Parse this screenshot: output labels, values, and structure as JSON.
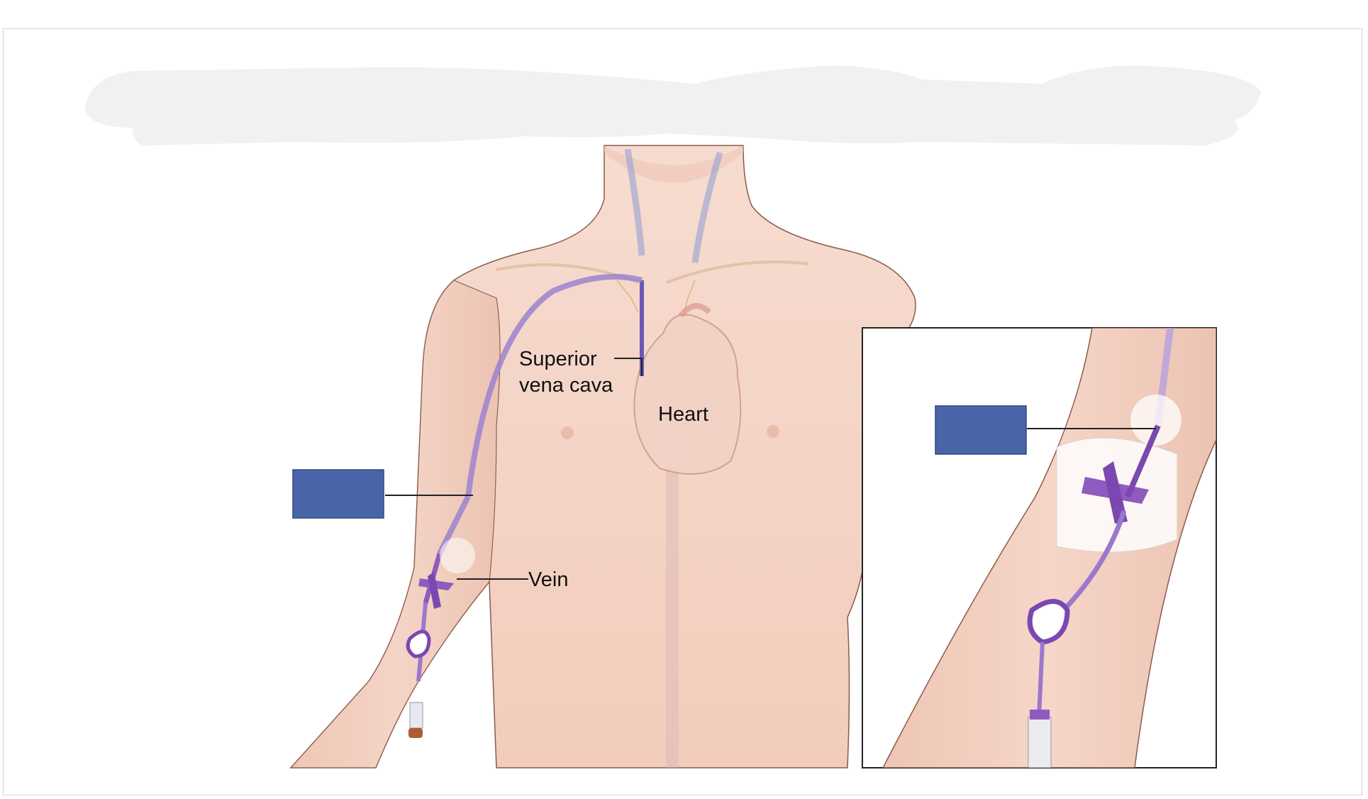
{
  "labels": {
    "superior_line1": "Superior",
    "superior_line2": "vena cava",
    "heart": "Heart",
    "vein": "Vein"
  },
  "colors": {
    "skin": "#f3cfbf",
    "skin_outline": "#8a5a4a",
    "catheter": "#8f5bbf",
    "catheter_dark": "#6a3a9c",
    "vein_blue": "#7f8fcc",
    "answer_box": "#4a64a8",
    "redaction": "#f2f1f0"
  },
  "icons": {
    "catheter_hub": "purple-wing-hub",
    "clamp": "pinch-clamp",
    "cap": "end-cap"
  },
  "answer_boxes": [
    {
      "id": "main-catheter-label",
      "text": ""
    },
    {
      "id": "inset-catheter-label",
      "text": ""
    }
  ]
}
